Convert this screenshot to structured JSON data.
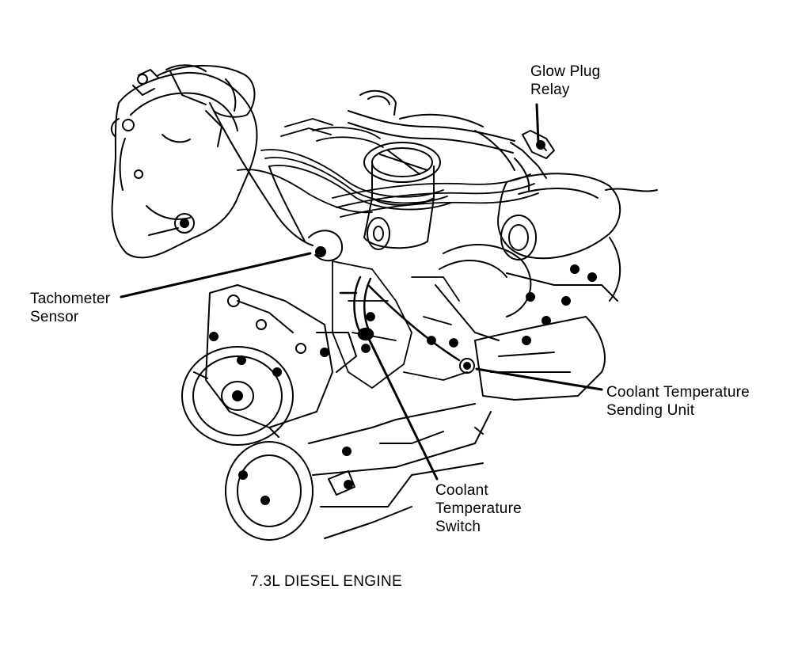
{
  "figure": {
    "caption": "7.3L DIESEL ENGINE",
    "labels": {
      "glow_plug_relay": [
        "Glow Plug",
        "Relay"
      ],
      "tachometer_sensor": [
        "Tachometer",
        "Sensor"
      ],
      "coolant_temp_sending_unit": [
        "Coolant Temperature",
        "Sending Unit"
      ],
      "coolant_temp_switch": [
        "Coolant",
        "Temperature",
        "Switch"
      ]
    }
  }
}
